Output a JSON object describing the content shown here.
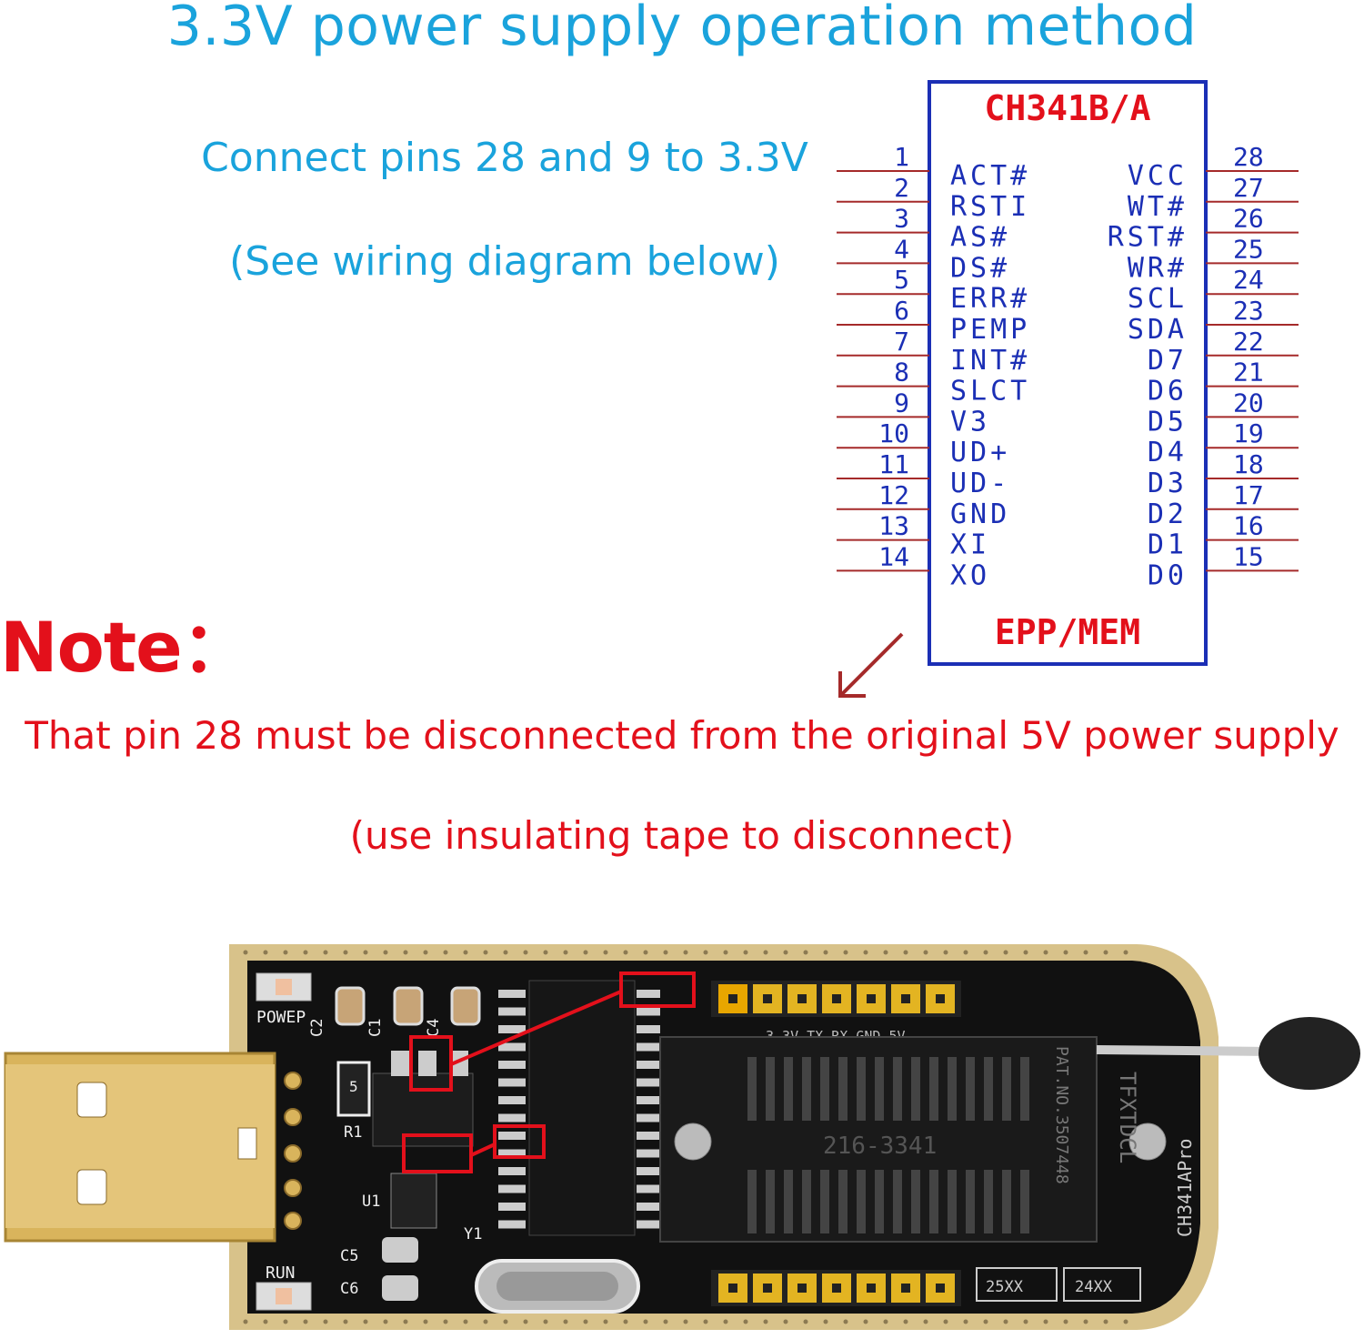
{
  "title": "3.3V power supply operation method",
  "instruction": "Connect pins 28 and 9 to 3.3V",
  "see_diagram": "(See wiring diagram below)",
  "note_label": "Note：",
  "warning": "That pin 28 must be disconnected from the original 5V power supply",
  "warning_sub": "(use insulating tape to disconnect)",
  "chip": {
    "name": "CH341B/A",
    "footer": "EPP/MEM",
    "left_pins": [
      {
        "num": "1",
        "name": "ACT#"
      },
      {
        "num": "2",
        "name": "RSTI"
      },
      {
        "num": "3",
        "name": "AS#"
      },
      {
        "num": "4",
        "name": "DS#"
      },
      {
        "num": "5",
        "name": "ERR#"
      },
      {
        "num": "6",
        "name": "PEMP"
      },
      {
        "num": "7",
        "name": "INT#"
      },
      {
        "num": "8",
        "name": "SLCT"
      },
      {
        "num": "9",
        "name": "V3"
      },
      {
        "num": "10",
        "name": "UD+"
      },
      {
        "num": "11",
        "name": "UD-"
      },
      {
        "num": "12",
        "name": "GND"
      },
      {
        "num": "13",
        "name": "XI"
      },
      {
        "num": "14",
        "name": "XO"
      }
    ],
    "right_pins": [
      {
        "num": "28",
        "name": "VCC"
      },
      {
        "num": "27",
        "name": "WT#"
      },
      {
        "num": "26",
        "name": "RST#"
      },
      {
        "num": "25",
        "name": "WR#"
      },
      {
        "num": "24",
        "name": "SCL"
      },
      {
        "num": "23",
        "name": "SDA"
      },
      {
        "num": "22",
        "name": "D7"
      },
      {
        "num": "21",
        "name": "D6"
      },
      {
        "num": "20",
        "name": "D5"
      },
      {
        "num": "19",
        "name": "D4"
      },
      {
        "num": "18",
        "name": "D3"
      },
      {
        "num": "17",
        "name": "D2"
      },
      {
        "num": "16",
        "name": "D1"
      },
      {
        "num": "15",
        "name": "D0"
      }
    ]
  },
  "board": {
    "power_label": "POWEP",
    "run_label": "RUN",
    "c2_label": "C2",
    "c1_label": "C1",
    "c4_label": "C4",
    "r1_label": "R1",
    "u1_label": "U1",
    "y1_label": "Y1",
    "c5_label": "C5",
    "c6_label": "C6",
    "r5_label": "5",
    "header_label": "3.3V  TX  RX  GND  5V",
    "socket_text": "216-3341",
    "brand_text": "TFXTDCL",
    "patent_text": "PAT.NO.3507448",
    "model_text": "CH341APro",
    "label_25xx": "25XX",
    "label_24xx": "24XX"
  }
}
